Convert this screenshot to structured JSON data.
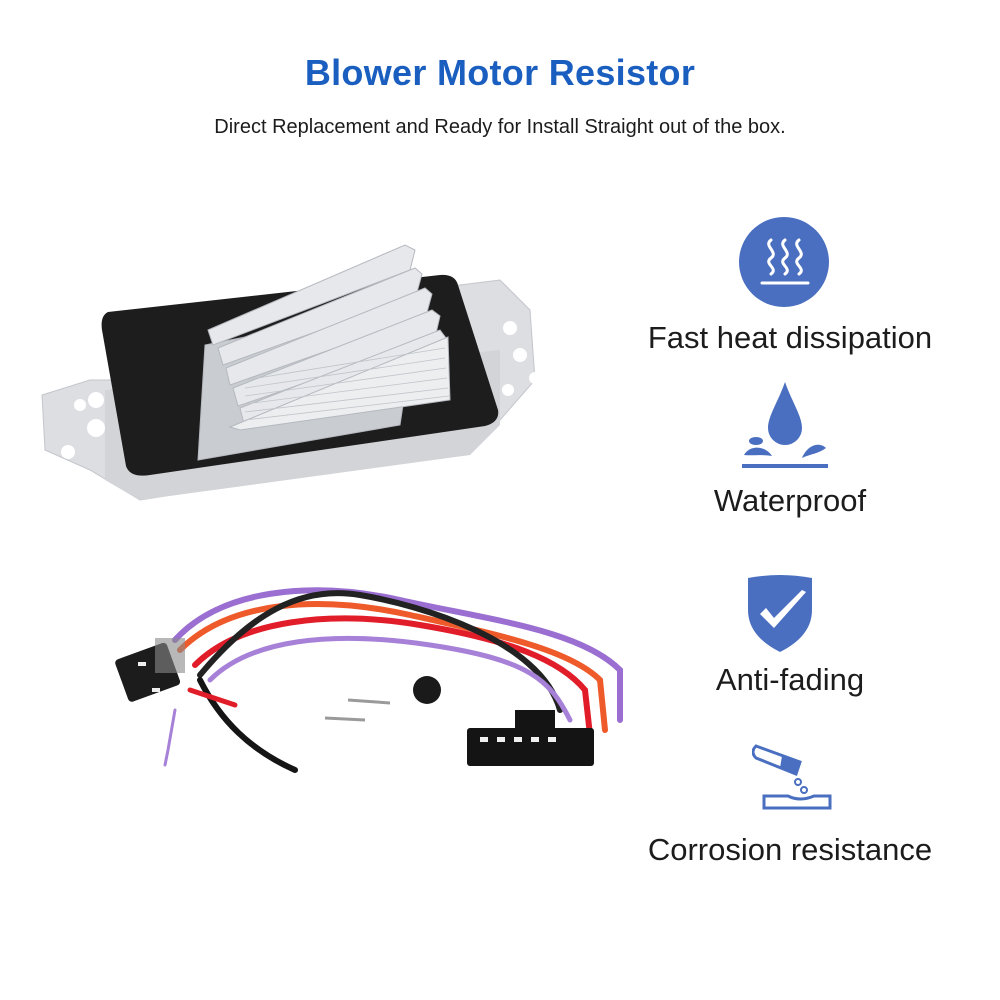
{
  "header": {
    "title": "Blower Motor Resistor",
    "subtitle": "Direct Replacement and Ready for Install Straight out of the box."
  },
  "features": [
    {
      "icon": "heat-dissipation-icon",
      "label": "Fast heat dissipation"
    },
    {
      "icon": "water-drop-icon",
      "label": "Waterproof"
    },
    {
      "icon": "shield-check-icon",
      "label": "Anti-fading"
    },
    {
      "icon": "test-tube-corrosion-icon",
      "label": "Corrosion resistance"
    }
  ],
  "products": {
    "resistor": "blower-motor-resistor-module",
    "harness": "wiring-harness-with-connectors-and-screws"
  },
  "colors": {
    "title_blue": "#1a5fbf",
    "icon_blue": "#4a6fc0",
    "text": "#1c1c1c"
  }
}
